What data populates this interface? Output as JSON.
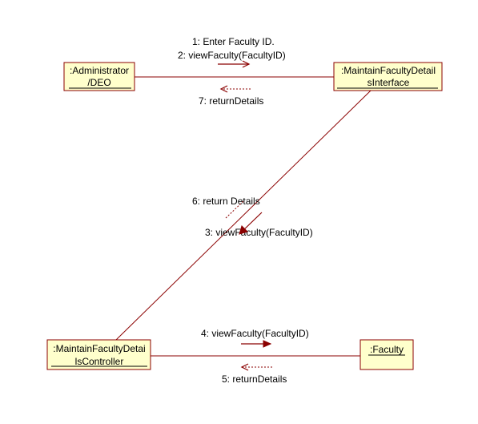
{
  "objects": {
    "administrator": {
      "line1": ":Administrator",
      "line2": "/DEO"
    },
    "interface": {
      "line1": ":MaintainFacultyDetail",
      "line2": "sInterface"
    },
    "controller": {
      "line1": ":MaintainFacultyDetai",
      "line2": "lsController"
    },
    "faculty": {
      "line1": ":Faculty"
    }
  },
  "messages": {
    "m1": "1: Enter Faculty ID.",
    "m2": "2: viewFaculty(FacultyID)",
    "m7": "7: returnDetails",
    "m6": "6: return Details",
    "m3": "3: viewFaculty(FacultyID)",
    "m4": "4: viewFaculty(FacultyID)",
    "m5": "5: returnDetails"
  },
  "colors": {
    "box_fill": "#ffffcc",
    "box_border": "#8b0000",
    "link": "#8b0000"
  }
}
